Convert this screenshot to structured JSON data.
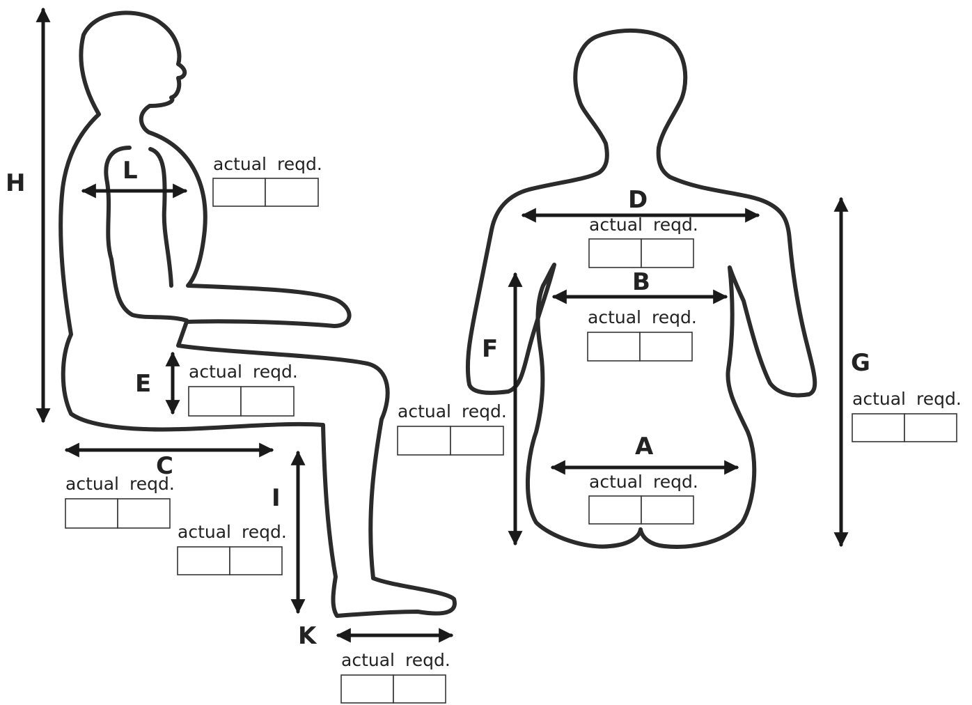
{
  "labels": {
    "A": "A",
    "B": "B",
    "C": "C",
    "D": "D",
    "E": "E",
    "F": "F",
    "G": "G",
    "H": "H",
    "I": "I",
    "K": "K",
    "L": "L"
  },
  "field_header": {
    "actual": "actual",
    "required": "reqd."
  },
  "measurements": [
    {
      "letter": "A",
      "actual": "",
      "required": ""
    },
    {
      "letter": "B",
      "actual": "",
      "required": ""
    },
    {
      "letter": "C",
      "actual": "",
      "required": ""
    },
    {
      "letter": "D",
      "actual": "",
      "required": ""
    },
    {
      "letter": "E",
      "actual": "",
      "required": ""
    },
    {
      "letter": "F",
      "actual": "",
      "required": ""
    },
    {
      "letter": "G",
      "actual": "",
      "required": ""
    },
    {
      "letter": "I",
      "actual": "",
      "required": ""
    },
    {
      "letter": "K",
      "actual": "",
      "required": ""
    },
    {
      "letter": "L",
      "actual": "",
      "required": ""
    }
  ]
}
